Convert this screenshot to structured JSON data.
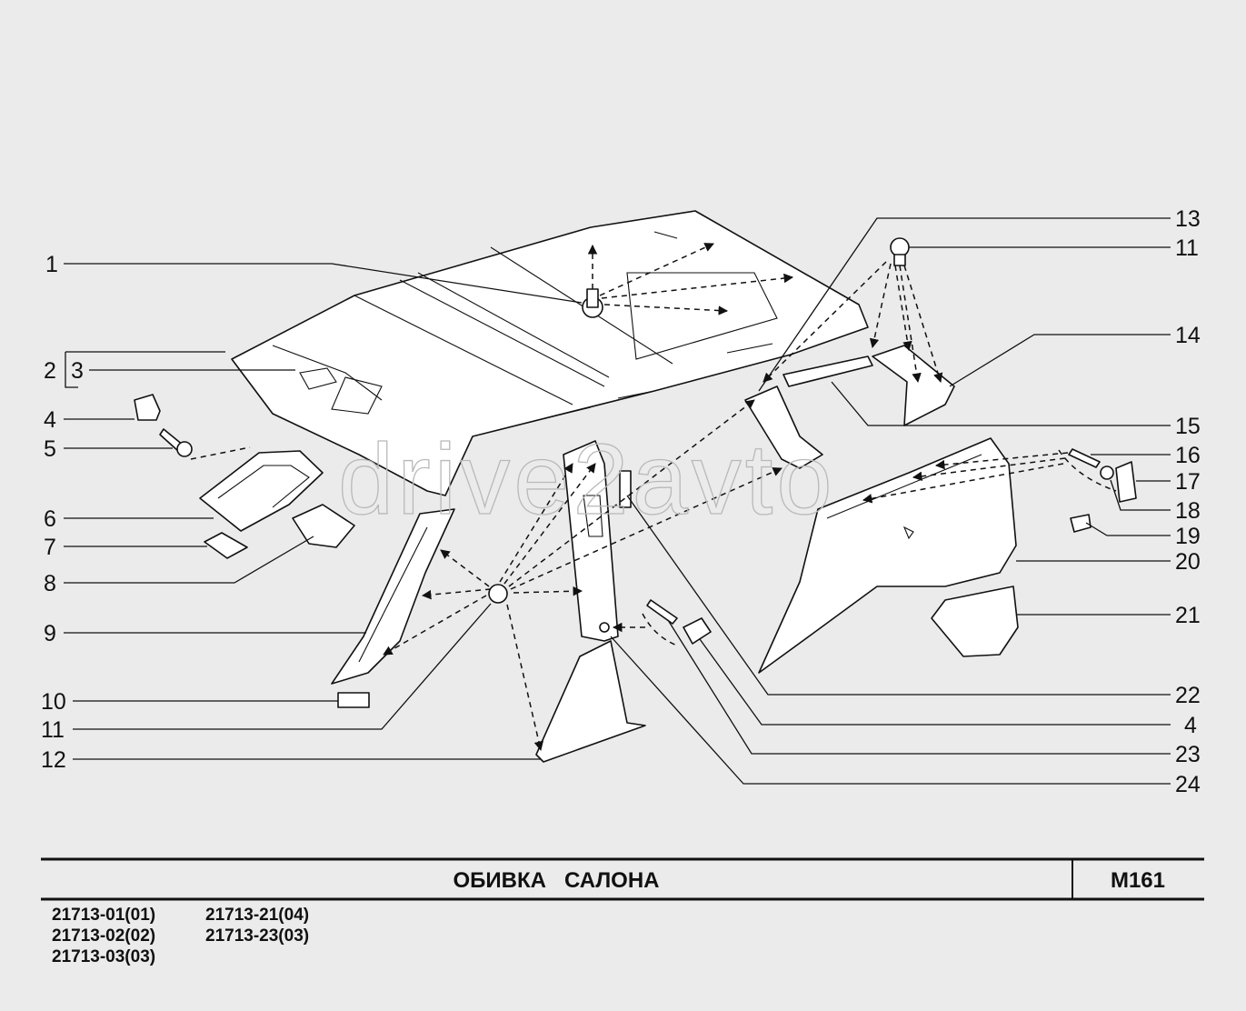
{
  "title": "ОБИВКА   САЛОНА",
  "sheet_code": "M161",
  "variants": [
    "21713-01(01)",
    "21713-02(02)",
    "21713-03(03)",
    "21713-21(04)",
    "21713-23(03)"
  ],
  "watermark": "drive2avto",
  "callouts_left": [
    "1",
    "2",
    "3",
    "4",
    "5",
    "6",
    "7",
    "8",
    "9",
    "10",
    "11",
    "12"
  ],
  "callouts_right": [
    "13",
    "11",
    "14",
    "15",
    "16",
    "17",
    "18",
    "19",
    "20",
    "21",
    "22",
    "4",
    "23",
    "24"
  ]
}
